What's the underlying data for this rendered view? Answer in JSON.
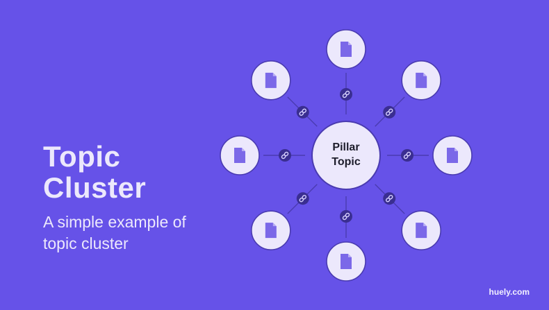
{
  "title_line1": "Topic",
  "title_line2": "Cluster",
  "subtitle_line1": "A simple example of",
  "subtitle_line2": "topic cluster",
  "brand": "huely.com",
  "center": {
    "line1": "Pillar",
    "line2": "Topic"
  },
  "nodes": [
    {
      "name": "top",
      "icon": "document-icon"
    },
    {
      "name": "top-right",
      "icon": "document-icon"
    },
    {
      "name": "right",
      "icon": "document-icon"
    },
    {
      "name": "bottom-right",
      "icon": "document-icon"
    },
    {
      "name": "bottom",
      "icon": "document-icon"
    },
    {
      "name": "bottom-left",
      "icon": "document-icon"
    },
    {
      "name": "left",
      "icon": "document-icon"
    },
    {
      "name": "top-left",
      "icon": "document-icon"
    }
  ],
  "connector_icon": "link-icon",
  "colors": {
    "background": "#6652E8",
    "node_fill": "#ECE8FC",
    "node_stroke": "#4A3BB0",
    "icon": "#7B68E8",
    "link_badge": "#3A2E91",
    "text": "#ECE8FC",
    "center_text": "#1D1D2B"
  }
}
